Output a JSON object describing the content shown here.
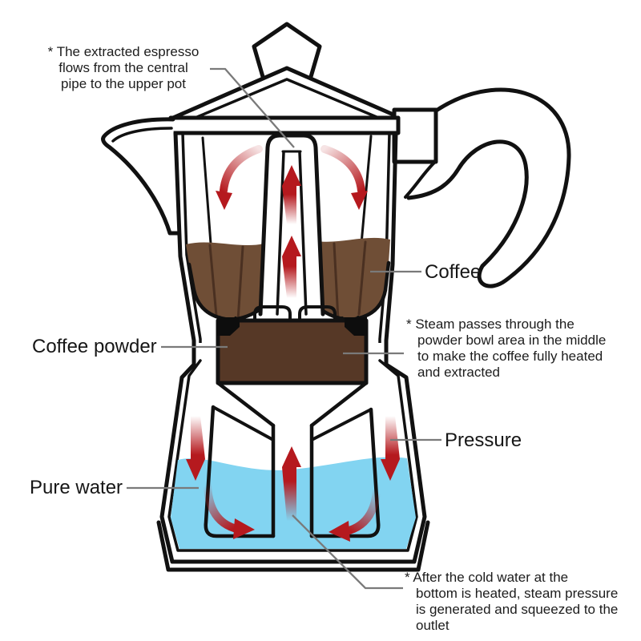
{
  "labels": {
    "coffee": "Coffee",
    "coffee_powder": "Coffee powder",
    "pressure": "Pressure",
    "pure_water": "Pure water"
  },
  "annotations": {
    "espresso_flow": {
      "lines": [
        "* The extracted espresso",
        "flows from the central",
        "pipe to the upper pot"
      ]
    },
    "steam": {
      "lines": [
        "* Steam passes through the",
        "powder bowl area in the middle",
        "to make the coffee fully heated",
        "and extracted"
      ]
    },
    "outlet": {
      "lines": [
        "* After the cold water at the",
        "bottom is heated, steam pressure",
        "is generated and squeezed to the",
        "outlet"
      ]
    }
  },
  "colors": {
    "outline": "#111111",
    "coffee": "#6F4E36",
    "coffee_dark": "#4A3021",
    "coffee_powder": "#563826",
    "tab_black": "#0D0D0D",
    "water": "#82D4F1",
    "arrow_red": "#B5191E",
    "leader_line": "#7A7A7A"
  }
}
